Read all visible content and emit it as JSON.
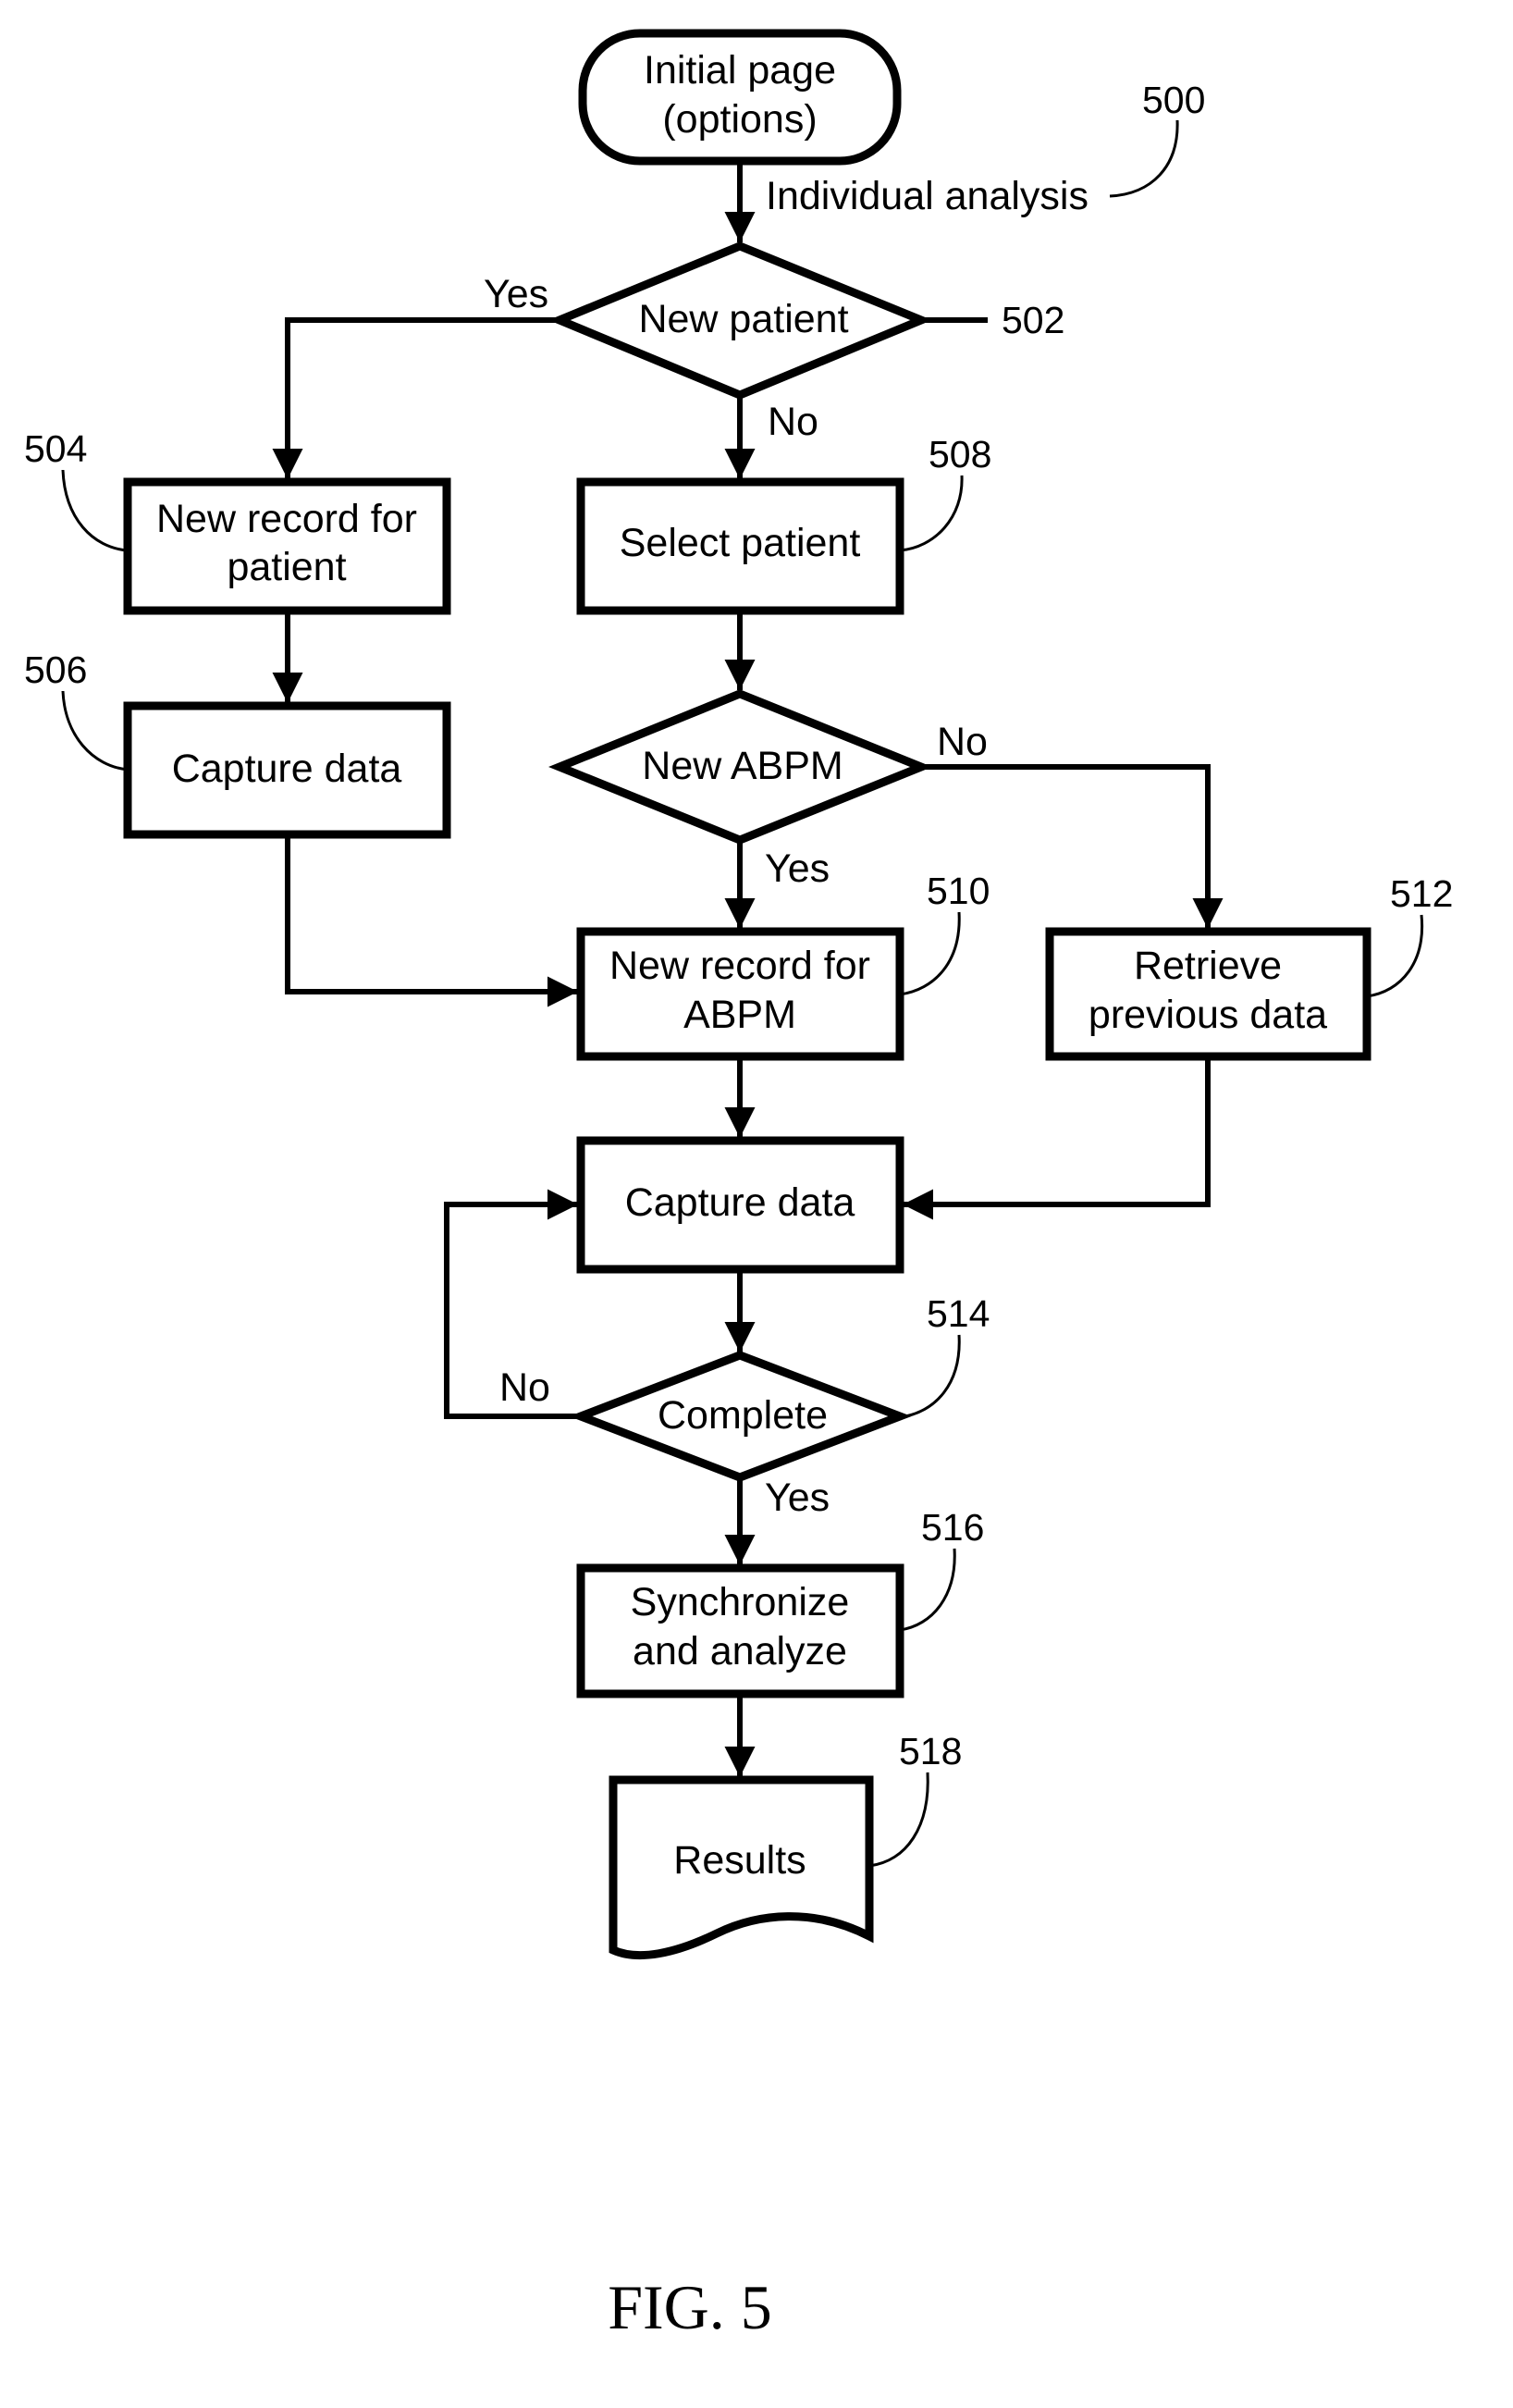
{
  "diagram": {
    "figure_label": "FIG. 5",
    "ref_numerals": {
      "r500": "500",
      "r502": "502",
      "r504": "504",
      "r506": "506",
      "r508": "508",
      "r510": "510",
      "r512": "512",
      "r514": "514",
      "r516": "516",
      "r518": "518"
    },
    "nodes": {
      "initial_page": [
        "Initial page",
        "(options)"
      ],
      "new_patient": [
        "New patient"
      ],
      "new_record_patient": [
        "New record for",
        "patient"
      ],
      "capture_data_left": [
        "Capture data"
      ],
      "select_patient": [
        "Select patient"
      ],
      "new_abpm": [
        "New ABPM"
      ],
      "new_record_abpm": [
        "New record for",
        "ABPM"
      ],
      "retrieve_previous": [
        "Retrieve",
        "previous data"
      ],
      "capture_data_main": [
        "Capture data"
      ],
      "complete": [
        "Complete"
      ],
      "synchronize": [
        "Synchronize",
        "and analyze"
      ],
      "results": [
        "Results"
      ]
    },
    "edge_labels": {
      "individual_analysis": "Individual analysis",
      "new_patient_yes": "Yes",
      "new_patient_no": "No",
      "new_abpm_no": "No",
      "new_abpm_yes": "Yes",
      "complete_no": "No",
      "complete_yes": "Yes"
    }
  }
}
